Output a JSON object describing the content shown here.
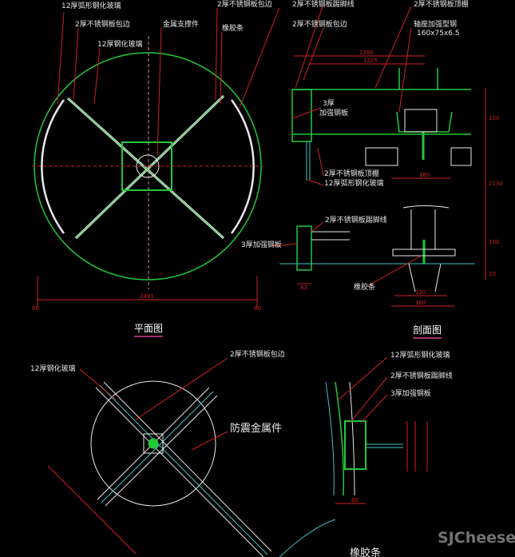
{
  "plan": {
    "title": "平面图",
    "labels": [
      "12厚弧形钢化玻璃",
      "2厚不锈钢板包边",
      "12厚钢化玻璃",
      "金属支撑件",
      "2厚不锈钢板包边",
      "橡胶条"
    ],
    "dims": {
      "width": "2491",
      "left": "60",
      "right": "60"
    }
  },
  "section": {
    "title": "剖面图",
    "labels": [
      "2厚不锈钢板踢脚线",
      "2厚不锈钢板包边",
      "2厚不锈钢板顶棚",
      "轴座加强型钢",
      "160x75x6.5",
      "3厚",
      "加强钢板",
      "2厚不锈钢板顶棚",
      "12厚弧形钢化玻璃",
      "2厚不锈钢板踢脚线",
      "3厚加强钢板",
      "橡胶条"
    ],
    "dims": {
      "d1280": "1280",
      "d1225": "1225",
      "d180a": "180",
      "d2130": "2130",
      "d150": "150",
      "d43": "43",
      "d120": "120",
      "d180b": "180",
      "d100": "100",
      "d20": "20"
    }
  },
  "detail_center": {
    "labels": [
      "12厚钢化玻璃",
      "2厚不锈钢板包边",
      "防震金属件"
    ]
  },
  "detail_edge": {
    "labels": [
      "12厚弧形钢化玻璃",
      "2厚不锈钢板踢脚线",
      "3厚加强钢板",
      "橡胶条"
    ],
    "dims": {
      "d60": "60"
    }
  },
  "watermark": "SJCheese",
  "colors": {
    "green": "#22c83a",
    "red": "#d02020",
    "white": "#e8e8e8",
    "cyan": "#40c0c0"
  }
}
